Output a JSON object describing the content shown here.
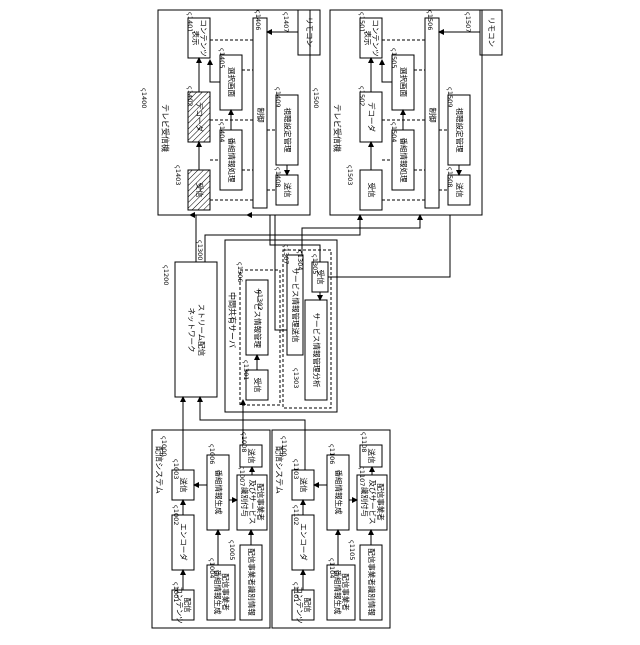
{
  "units": {
    "u1000": {
      "ref": "1000",
      "title": "配信システム",
      "b1001": {
        "ref": "1001",
        "text": "配信 コンテンツ"
      },
      "b1002": {
        "ref": "1002",
        "text": "エンコーダ"
      },
      "b1003": {
        "ref": "1003",
        "text": "送信"
      },
      "b1004": {
        "ref": "1004",
        "text": "配信事業者 番組情報生成"
      },
      "b1005": {
        "ref": "1005",
        "text": "配信事業者識別情報"
      },
      "b1006": {
        "ref": "1006",
        "text": "番組情報生成"
      },
      "b1007": {
        "ref": "1007",
        "text": "配信事業者 及びサービス 識別付与"
      },
      "b1008": {
        "ref": "1008",
        "text": "送信"
      }
    },
    "u1100": {
      "ref": "1100",
      "title": "配信システム",
      "b1101": {
        "ref": "1101",
        "text": "配信 コンテンツ"
      },
      "b1102": {
        "ref": "1102",
        "text": "エンコーダ"
      },
      "b1103": {
        "ref": "1103",
        "text": "送信"
      },
      "b1104": {
        "ref": "1104",
        "text": "配信事業者 番組情報生成"
      },
      "b1105": {
        "ref": "1105",
        "text": "配信事業者識別情報"
      },
      "b1106": {
        "ref": "1106",
        "text": "番組情報生成"
      },
      "b1107": {
        "ref": "1107",
        "text": "配信事業者 及びサービス 識別付与"
      },
      "b1108": {
        "ref": "1108",
        "text": "送信"
      }
    },
    "u1200": {
      "ref": "1200",
      "text": "ストリーム配信 ネットワーク"
    },
    "u1300": {
      "ref": "1300",
      "title": "中間共有サーバ",
      "b1301": {
        "ref": "1301",
        "text": "受信"
      },
      "b1302": {
        "ref": "1302",
        "text": "サービス情報管理"
      },
      "b1303": {
        "ref": "1303",
        "text": "サービス情報管理分析"
      },
      "b1304": {
        "ref": "1304",
        "text": "サービス情報管理送信"
      },
      "b1305": {
        "ref": "1305",
        "text": "受信"
      },
      "b1306": {
        "ref": "1306"
      },
      "b1307": {
        "ref": "1307"
      }
    },
    "u1400": {
      "ref": "1400",
      "title": "テレビ受信機",
      "b1401": {
        "ref": "1401",
        "text": "コンテンツ 表示"
      },
      "b1402": {
        "ref": "1402",
        "text": "デコーダ"
      },
      "b1403": {
        "ref": "1403",
        "text": "受信"
      },
      "b1404": {
        "ref": "1404",
        "text": "番組情報処理"
      },
      "b1405": {
        "ref": "1405",
        "text": "選択画面"
      },
      "b1406": {
        "ref": "1406",
        "text": "制御"
      },
      "b1407": {
        "ref": "1407",
        "text": "リモコン"
      },
      "b1408": {
        "ref": "1408",
        "text": "送信"
      },
      "b1409": {
        "ref": "1409",
        "text": "視聴設定管理"
      }
    },
    "u1500": {
      "ref": "1500",
      "title": "テレビ受信機",
      "b1501": {
        "ref": "1501",
        "text": "コンテンツ 表示"
      },
      "b1502": {
        "ref": "1502",
        "text": "デコーダ"
      },
      "b1503": {
        "ref": "1503",
        "text": "受信"
      },
      "b1504": {
        "ref": "1504",
        "text": "番組情報処理"
      },
      "b1505": {
        "ref": "1505",
        "text": "選択画面"
      },
      "b1506": {
        "ref": "1506",
        "text": "制御"
      },
      "b1507": {
        "ref": "1507",
        "text": "リモコン"
      },
      "b1508": {
        "ref": "1508",
        "text": "送信"
      },
      "b1509": {
        "ref": "1509",
        "text": "視聴設定管理"
      }
    }
  }
}
